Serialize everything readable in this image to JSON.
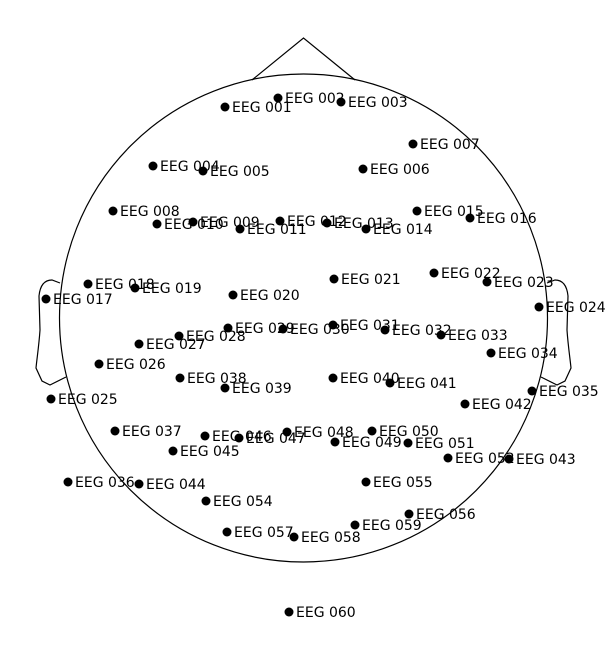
{
  "figure": {
    "colors": {
      "outline": "#000000",
      "sensor": "#000000",
      "background": "#ffffff"
    },
    "sensors": [
      {
        "label": "EEG 001"
      },
      {
        "label": "EEG 002"
      },
      {
        "label": "EEG 003"
      },
      {
        "label": "EEG 004"
      },
      {
        "label": "EEG 005"
      },
      {
        "label": "EEG 006"
      },
      {
        "label": "EEG 007"
      },
      {
        "label": "EEG 008"
      },
      {
        "label": "EEG 009"
      },
      {
        "label": "EEG 010"
      },
      {
        "label": "EEG 011"
      },
      {
        "label": "EEG 012"
      },
      {
        "label": "EEG 013"
      },
      {
        "label": "EEG 014"
      },
      {
        "label": "EEG 015"
      },
      {
        "label": "EEG 016"
      },
      {
        "label": "EEG 017"
      },
      {
        "label": "EEG 018"
      },
      {
        "label": "EEG 019"
      },
      {
        "label": "EEG 020"
      },
      {
        "label": "EEG 021"
      },
      {
        "label": "EEG 022"
      },
      {
        "label": "EEG 023"
      },
      {
        "label": "EEG 024"
      },
      {
        "label": "EEG 025"
      },
      {
        "label": "EEG 026"
      },
      {
        "label": "EEG 027"
      },
      {
        "label": "EEG 028"
      },
      {
        "label": "EEG 029"
      },
      {
        "label": "EEG 030"
      },
      {
        "label": "EEG 031"
      },
      {
        "label": "EEG 032"
      },
      {
        "label": "EEG 033"
      },
      {
        "label": "EEG 034"
      },
      {
        "label": "EEG 035"
      },
      {
        "label": "EEG 036"
      },
      {
        "label": "EEG 037"
      },
      {
        "label": "EEG 038"
      },
      {
        "label": "EEG 039"
      },
      {
        "label": "EEG 040"
      },
      {
        "label": "EEG 041"
      },
      {
        "label": "EEG 042"
      },
      {
        "label": "EEG 043"
      },
      {
        "label": "EEG 044"
      },
      {
        "label": "EEG 045"
      },
      {
        "label": "EEG 046"
      },
      {
        "label": "EEG 047"
      },
      {
        "label": "EEG 048"
      },
      {
        "label": "EEG 049"
      },
      {
        "label": "EEG 050"
      },
      {
        "label": "EEG 051"
      },
      {
        "label": "EEG 052"
      },
      {
        "label": "EEG 054"
      },
      {
        "label": "EEG 055"
      },
      {
        "label": "EEG 056"
      },
      {
        "label": "EEG 057"
      },
      {
        "label": "EEG 058"
      },
      {
        "label": "EEG 059"
      },
      {
        "label": "EEG 060"
      }
    ]
  }
}
